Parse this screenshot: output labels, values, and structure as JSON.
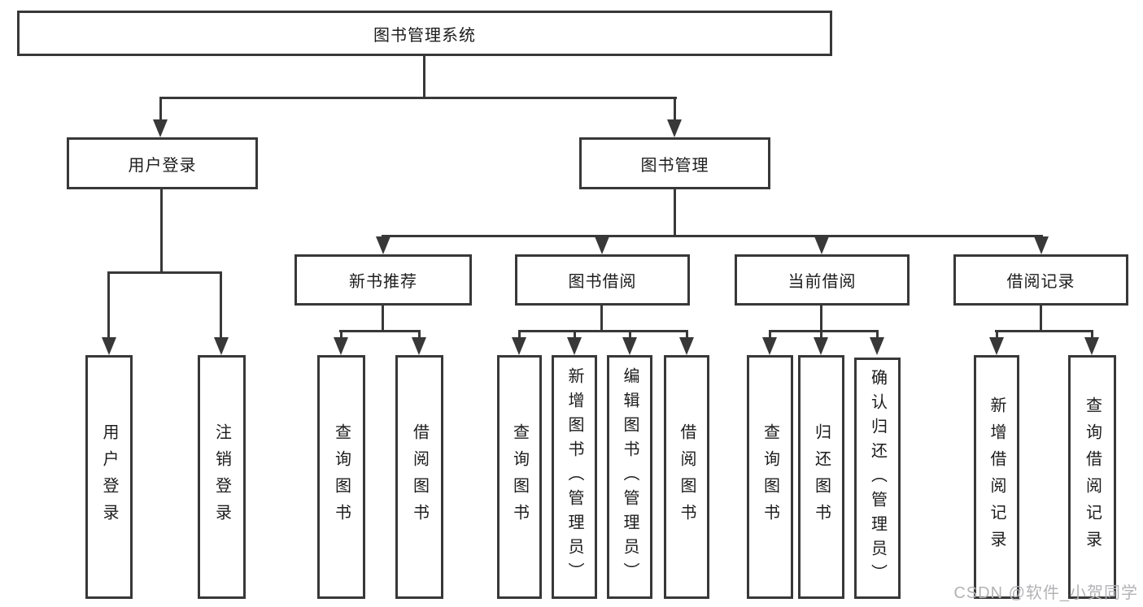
{
  "nodes": {
    "root": "图书管理系统",
    "userLogin": "用户登录",
    "bookMgmt": "图书管理",
    "newBookRec": "新书推荐",
    "bookBorrow": "图书借阅",
    "currentBorrow": "当前借阅",
    "borrowRecords": "借阅记录",
    "ulUserLogin": "用户登录",
    "ulLogout": "注销登录",
    "nbrQueryBook": "查询图书",
    "nbrBorrowBook": "借阅图书",
    "bbQueryBook": "查询图书",
    "bbAddBook": "新增图书（管理员）",
    "bbEditBook": "编辑图书（管理员）",
    "bbBorrowBook": "借阅图书",
    "cbQueryBook": "查询图书",
    "cbReturnBook": "归还图书",
    "cbConfirmReturn": "确认归还（管理员）",
    "brAddRecord": "新增借阅记录",
    "brQueryRecord": "查询借阅记录"
  },
  "watermark": "CSDN @软件_小贺同学",
  "colors": {
    "line": "#383838",
    "text": "#1c1c1c",
    "watermark": "#b3b3b6",
    "background": "#ffffff"
  }
}
